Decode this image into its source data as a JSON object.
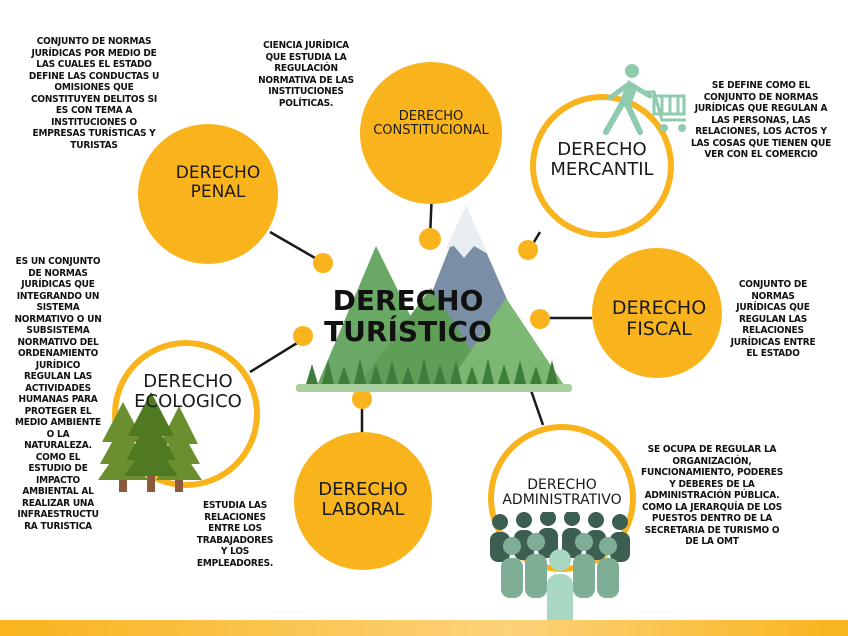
{
  "central": {
    "line1": "DERECHO",
    "line2": "TURÍSTICO"
  },
  "nodes": {
    "constitucional": {
      "title1": "DERECHO",
      "title2": "CONSTITUCIONAL",
      "desc": "CIENCIA JURÍDICA\nQUE ESTUDIA LA\nREGULACIÓN\nNORMATIVA DE LAS\nINSTITUCIONES\nPOLÍTICAS."
    },
    "penal": {
      "title1": "DERECHO",
      "title2": "PENAL",
      "desc": "CONJUNTO DE NORMAS\nJURÍDICAS POR MEDIO DE\nLAS CUALES EL ESTADO\nDEFINE LAS CONDUCTAS U\nOMISIONES QUE\nCONSTITUYEN DELITOS SI\nES CON TEMA A\nINSTITUCIONES O\nEMPRESAS TURÍSTICAS Y\nTURISTAS"
    },
    "mercantil": {
      "title1": "DERECHO",
      "title2": "MERCANTIL",
      "desc": "SE DEFINE COMO EL\nCONJUNTO DE NORMAS\nJURÍDICAS QUE REGULAN A\nLAS PERSONAS, LAS\nRELACIONES, LOS ACTOS Y\nLAS COSAS QUE TIENEN QUE\nVER CON EL COMERCIO"
    },
    "fiscal": {
      "title1": "DERECHO",
      "title2": "FISCAL",
      "desc": "CONJUNTO DE\nNORMAS\nJURÍDICAS QUE\nREGULAN LAS\nRELACIONES\nJURÍDICAS ENTRE\nEL ESTADO"
    },
    "ecologico": {
      "title1": "DERECHO",
      "title2": "ECOLOGICO",
      "desc": "ES UN CONJUNTO\nDE NORMAS\nJURÍDICAS QUE\nINTEGRANDO UN\nSISTEMA\nNORMATIVO O UN\nSUBSISTEMA\nNORMATIVO DEL\nORDENAMIENTO\nJURÍDICO\nREGULAN LAS\nACTIVIDADES\nHUMANAS PARA\nPROTEGER EL\nMEDIO AMBIENTE\nO LA\nNATURALEZA.\nCOMO EL\nESTUDIO DE\nIMPACTO\nAMBIENTAL AL\nREALIZAR UNA\nINFRAESTRUCTU\nRA TURISTICA"
    },
    "laboral": {
      "title1": "DERECHO",
      "title2": "LABORAL",
      "desc": "ESTUDIA LAS\nRELACIONES\nENTRE LOS\nTRABAJADORES\nY LOS\nEMPLEADORES."
    },
    "administrativo": {
      "title1": "DERECHO",
      "title2": "ADMINISTRATIVO",
      "desc": "SE OCUPA DE REGULAR LA\nORGANIZACIÓN,\nFUNCIONAMIENTO, PODERES\nY DEBERES DE LA\nADMINISTRACIÓN PÚBLICA.\nCOMO LA JERARQUÍA DE LOS\nPUESTOS DENTRO DE LA\nSECRETARIA DE TURISMO O\nDE LA OMT"
    }
  },
  "colors": {
    "accent": "#F9B41D",
    "green": "#5E9E57",
    "teal": "#8FCBAF"
  },
  "icons": [
    "mountain-landscape-icon",
    "shopping-person-icon",
    "pine-trees-icon",
    "people-group-icon"
  ]
}
